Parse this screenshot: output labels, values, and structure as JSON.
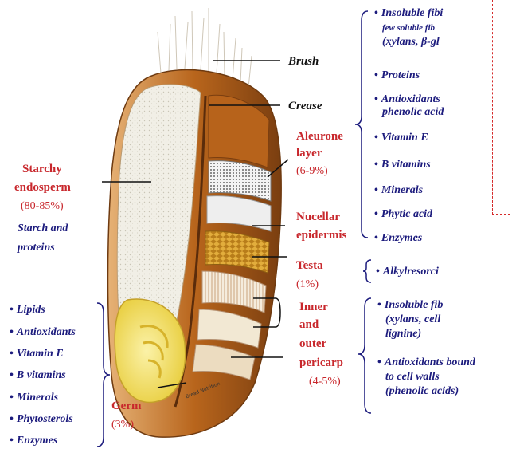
{
  "labels": {
    "brush": "Brush",
    "crease": "Crease",
    "aleurone_layer": [
      "Aleurone",
      "layer",
      "(6-9%)"
    ],
    "nucellar_epidermis": [
      "Nucellar",
      "epidermis"
    ],
    "testa": [
      "Testa",
      "(1%)"
    ],
    "pericarp": [
      "Inner",
      "and",
      "outer",
      "pericarp",
      "(4-5%)"
    ],
    "starchy_endosperm": [
      "Starchy",
      "endosperm",
      "(80-85%)"
    ],
    "endosperm_content": [
      "Starch and",
      "proteins"
    ],
    "germ": [
      "Germ",
      "(3%)"
    ]
  },
  "lists": {
    "aleurone": [
      "Insoluble fibi",
      "few soluble fib",
      "(xylans, β-gl",
      "Proteins",
      "Antioxidants",
      "phenolic acid",
      "Vitamin E",
      "B vitamins",
      "Minerals",
      "Phytic acid",
      "Enzymes"
    ],
    "testa": [
      "Alkylresorci"
    ],
    "pericarp": [
      "Insoluble fib",
      "(xylans, cell",
      "lignine)",
      "Antioxidants bound",
      "to cell walls",
      "(phenolic acids)"
    ],
    "germ": [
      "Lipids",
      "Antioxidants",
      "Vitamin E",
      "B vitamins",
      "Minerals",
      "Phytosterols",
      "Enzymes"
    ]
  },
  "credit": "Bread Nutrition",
  "colors": {
    "label_red": "#c8272c",
    "text_blue": "#1c1b7d",
    "endosperm": "#f1efe6",
    "husk_brown": "#b8651c",
    "germ_yellow": "#f3e06a",
    "testa_gold": "#d9a43a",
    "dashed_box": "#d52a2a"
  }
}
